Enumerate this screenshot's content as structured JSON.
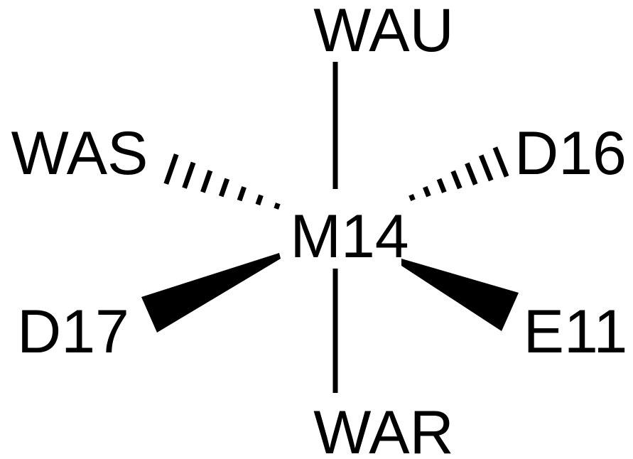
{
  "center": "M14",
  "ligands": {
    "top": "WAU",
    "bottom": "WAR",
    "upper_left": "WAS",
    "upper_right": "D16",
    "lower_left": "D17",
    "lower_right": "E11"
  },
  "bonds": {
    "top": "plain",
    "bottom": "plain",
    "upper_left": "hashed-wedge",
    "upper_right": "hashed-wedge",
    "lower_left": "solid-wedge",
    "lower_right": "solid-wedge"
  }
}
